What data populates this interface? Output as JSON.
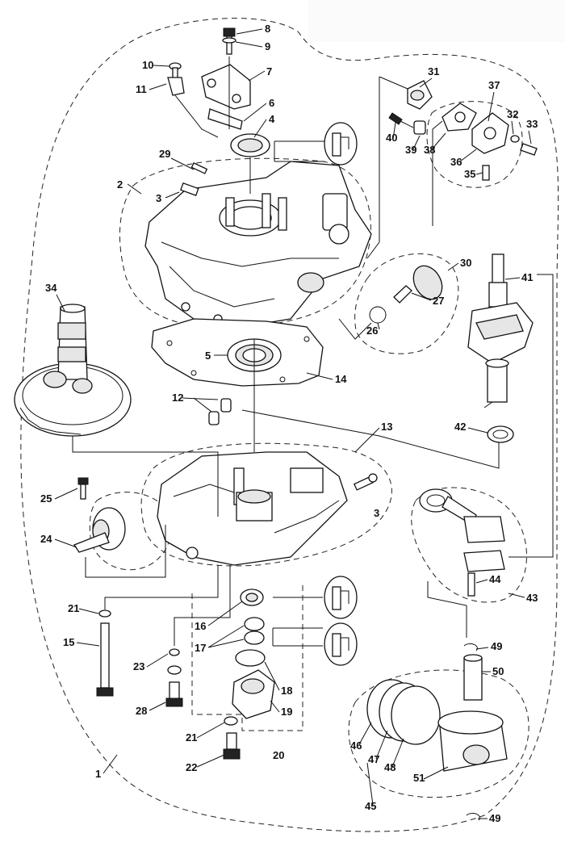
{
  "diagram": {
    "labels": [
      "1",
      "2",
      "3",
      "3",
      "4",
      "5",
      "6",
      "7",
      "8",
      "9",
      "10",
      "11",
      "12",
      "13",
      "14",
      "15",
      "16",
      "17",
      "18",
      "19",
      "20",
      "21",
      "21",
      "22",
      "23",
      "24",
      "25",
      "26",
      "27",
      "28",
      "29",
      "30",
      "31",
      "32",
      "33",
      "34",
      "35",
      "36",
      "37",
      "38",
      "39",
      "40",
      "41",
      "42",
      "43",
      "44",
      "45",
      "46",
      "47",
      "48",
      "49",
      "49",
      "50",
      "51"
    ]
  }
}
